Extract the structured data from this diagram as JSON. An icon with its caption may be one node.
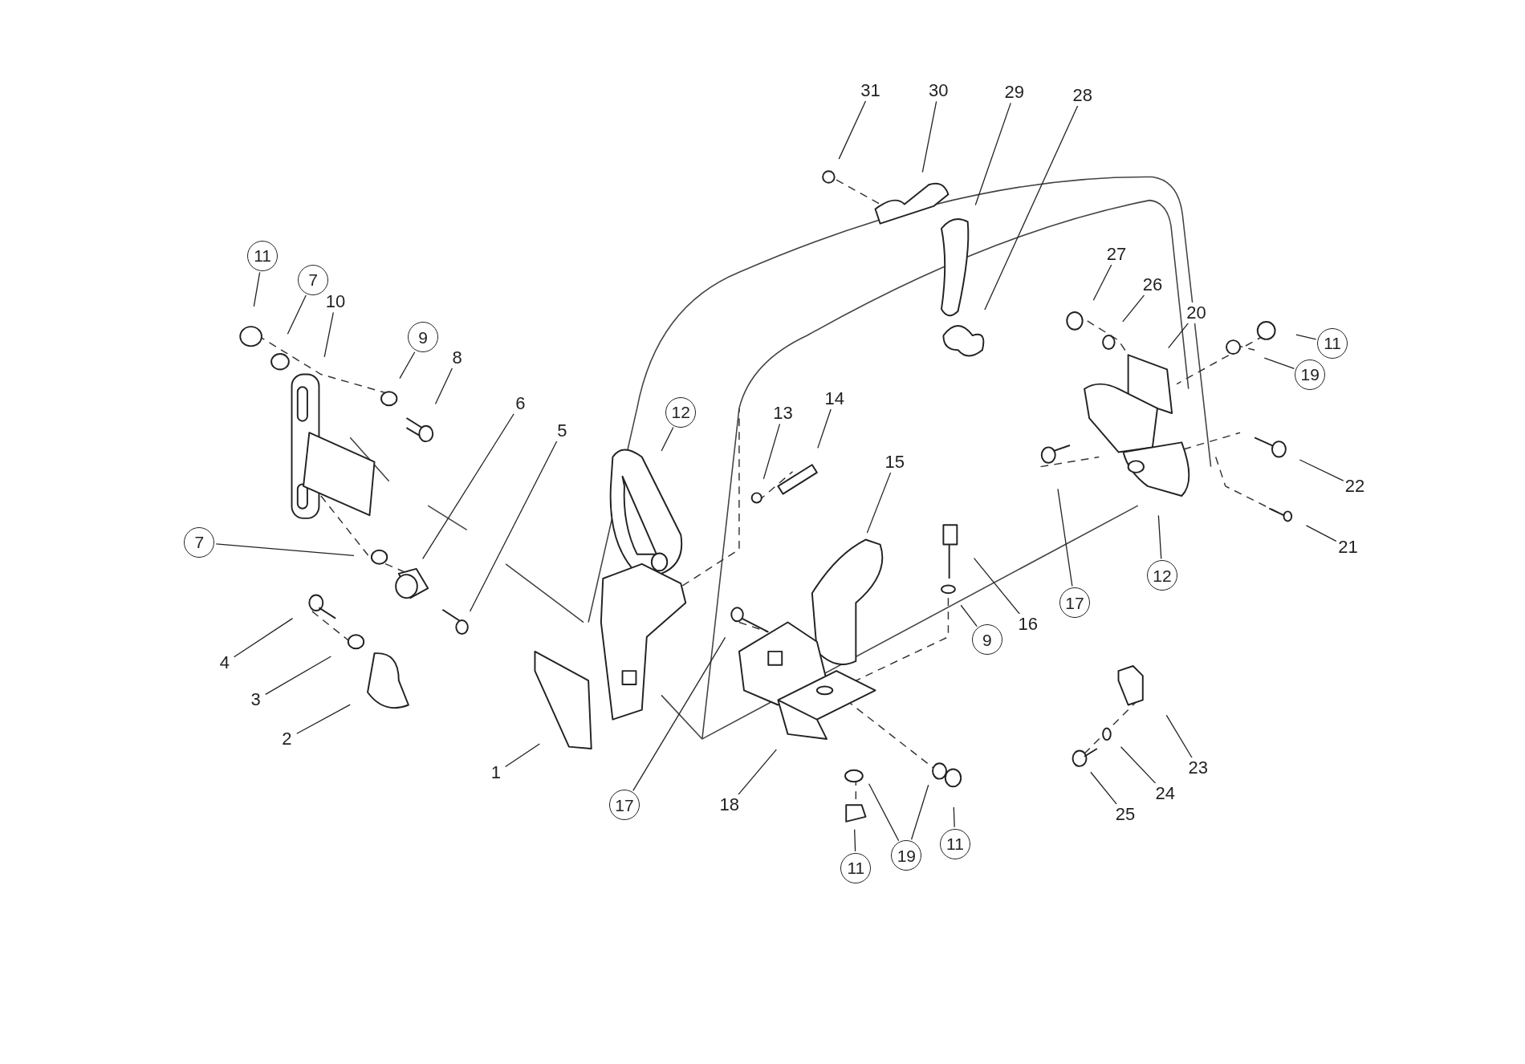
{
  "diagram": {
    "nodes": [
      {
        "text": [
          "31"
        ]
      },
      {
        "text": [
          "30"
        ]
      },
      {
        "text": [
          "29"
        ]
      },
      {
        "text": [
          "28"
        ]
      },
      {
        "text": [
          "11"
        ]
      },
      {
        "text": [
          "27"
        ]
      },
      {
        "text": [
          "7"
        ]
      },
      {
        "text": [
          "26"
        ]
      },
      {
        "text": [
          "10"
        ]
      },
      {
        "text": [
          "20"
        ]
      },
      {
        "text": [
          "9"
        ]
      },
      {
        "text": [
          "11"
        ]
      },
      {
        "text": [
          "8"
        ]
      },
      {
        "text": [
          "19"
        ]
      },
      {
        "text": [
          "14"
        ]
      },
      {
        "text": [
          "6"
        ]
      },
      {
        "text": [
          "12"
        ]
      },
      {
        "text": [
          "13"
        ]
      },
      {
        "text": [
          "5"
        ]
      },
      {
        "text": [
          "15"
        ]
      },
      {
        "text": [
          "22"
        ]
      },
      {
        "text": [
          "7"
        ]
      },
      {
        "text": [
          "21"
        ]
      },
      {
        "text": [
          "12"
        ]
      },
      {
        "text": [
          "17"
        ]
      },
      {
        "text": [
          "16"
        ]
      },
      {
        "text": [
          "9"
        ]
      },
      {
        "text": [
          "4"
        ]
      },
      {
        "text": [
          "3"
        ]
      },
      {
        "text": [
          "2"
        ]
      },
      {
        "text": [
          "23"
        ]
      },
      {
        "text": [
          "1"
        ]
      },
      {
        "text": [
          "24"
        ]
      },
      {
        "text": [
          "17"
        ]
      },
      {
        "text": [
          "18"
        ]
      },
      {
        "text": [
          "25"
        ]
      },
      {
        "text": [
          "11"
        ]
      },
      {
        "text": [
          "19"
        ]
      },
      {
        "text": [
          "11"
        ]
      }
    ],
    "edges": [
      {
        "from": 0,
        "to": null,
        "arrow": "none"
      },
      {
        "from": 1,
        "to": null,
        "arrow": "none"
      },
      {
        "from": 2,
        "to": null,
        "arrow": "none"
      },
      {
        "from": 3,
        "to": null,
        "arrow": "none"
      },
      {
        "from": 4,
        "to": null,
        "arrow": "none"
      },
      {
        "from": 5,
        "to": null,
        "arrow": "none"
      },
      {
        "from": 6,
        "to": null,
        "arrow": "none"
      },
      {
        "from": 7,
        "to": null,
        "arrow": "none"
      },
      {
        "from": 8,
        "to": null,
        "arrow": "none"
      },
      {
        "from": 9,
        "to": null,
        "arrow": "none"
      },
      {
        "from": 10,
        "to": null,
        "arrow": "none"
      },
      {
        "from": 11,
        "to": null,
        "arrow": "none"
      },
      {
        "from": 12,
        "to": null,
        "arrow": "none"
      },
      {
        "from": 13,
        "to": null,
        "arrow": "none"
      },
      {
        "from": 14,
        "to": null,
        "arrow": "none"
      },
      {
        "from": 15,
        "to": null,
        "arrow": "none"
      },
      {
        "from": 16,
        "to": null,
        "arrow": "none"
      },
      {
        "from": 17,
        "to": null,
        "arrow": "none"
      },
      {
        "from": 18,
        "to": null,
        "arrow": "none"
      },
      {
        "from": 19,
        "to": null,
        "arrow": "none"
      },
      {
        "from": 20,
        "to": null,
        "arrow": "none"
      },
      {
        "from": 21,
        "to": null,
        "arrow": "none"
      },
      {
        "from": 22,
        "to": null,
        "arrow": "none"
      },
      {
        "from": 23,
        "to": null,
        "arrow": "none"
      },
      {
        "from": 24,
        "to": null,
        "arrow": "none"
      },
      {
        "from": 25,
        "to": null,
        "arrow": "none"
      },
      {
        "from": 26,
        "to": null,
        "arrow": "none"
      },
      {
        "from": 27,
        "to": null,
        "arrow": "none"
      },
      {
        "from": 28,
        "to": null,
        "arrow": "none"
      },
      {
        "from": 29,
        "to": null,
        "arrow": "none"
      },
      {
        "from": 30,
        "to": null,
        "arrow": "none"
      },
      {
        "from": 31,
        "to": null,
        "arrow": "none"
      },
      {
        "from": 32,
        "to": null,
        "arrow": "none"
      },
      {
        "from": 33,
        "to": null,
        "arrow": "none"
      },
      {
        "from": 34,
        "to": null,
        "arrow": "none"
      },
      {
        "from": 35,
        "to": null,
        "arrow": "none"
      },
      {
        "from": 36,
        "to": null,
        "arrow": "none"
      },
      {
        "from": 37,
        "to": null,
        "arrow": "none"
      },
      {
        "from": 37,
        "to": null,
        "arrow": "none"
      },
      {
        "from": 38,
        "to": null,
        "arrow": "none"
      }
    ]
  }
}
